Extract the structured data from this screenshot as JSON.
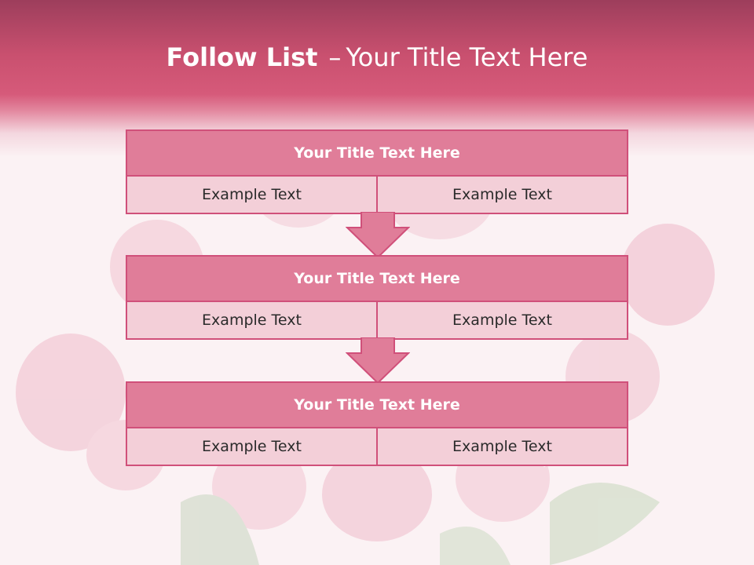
{
  "slide": {
    "title_bold": "Follow List",
    "title_dash": "–",
    "title_rest": "Your Title Text Here"
  },
  "steps": [
    {
      "title": "Your Title Text Here",
      "left": "Example Text",
      "right": "Example Text"
    },
    {
      "title": "Your Title Text Here",
      "left": "Example Text",
      "right": "Example Text"
    },
    {
      "title": "Your Title Text Here",
      "left": "Example Text",
      "right": "Example Text"
    }
  ],
  "colors": {
    "header_dark": "#9d3e5c",
    "header_mid": "#d65a7a",
    "box_title": "#e07d99",
    "box_body": "#f3cfd8",
    "border": "#d0507a",
    "background": "#fbf2f4"
  }
}
